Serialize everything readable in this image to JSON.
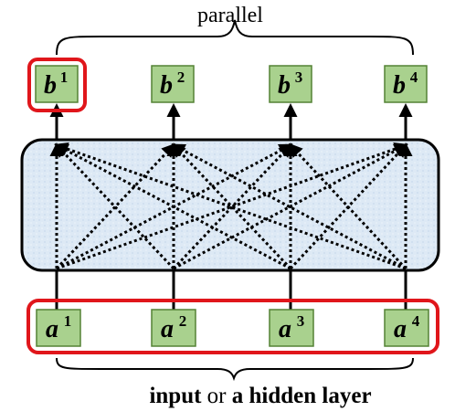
{
  "top_brace": {
    "label": "parallel"
  },
  "outputs": [
    {
      "base": "b",
      "sup": "1",
      "highlighted": true
    },
    {
      "base": "b",
      "sup": "2",
      "highlighted": false
    },
    {
      "base": "b",
      "sup": "3",
      "highlighted": false
    },
    {
      "base": "b",
      "sup": "4",
      "highlighted": false
    }
  ],
  "inputs": [
    {
      "base": "a",
      "sup": "1"
    },
    {
      "base": "a",
      "sup": "2"
    },
    {
      "base": "a",
      "sup": "3"
    },
    {
      "base": "a",
      "sup": "4"
    }
  ],
  "caption": {
    "part1": "input",
    "part2": " or ",
    "part3": "a hidden layer"
  },
  "colors": {
    "node_fill": "#a9d18e",
    "node_stroke": "#548235",
    "highlight": "#e0161b",
    "block_fill": "#dbe8f4",
    "block_stroke": "#000000"
  }
}
